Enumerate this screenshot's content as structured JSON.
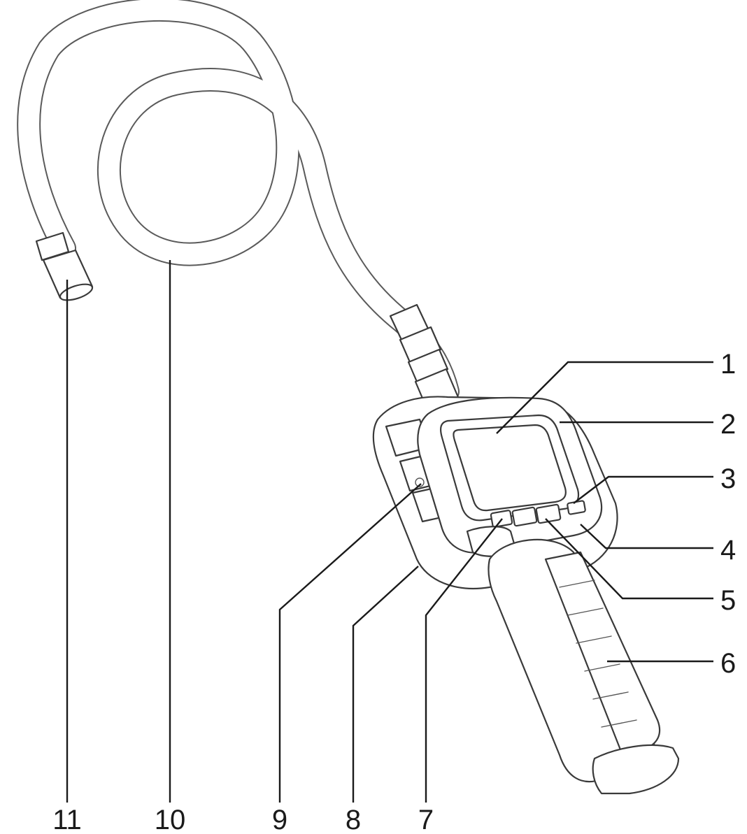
{
  "callouts": [
    {
      "id": "1",
      "label": "1"
    },
    {
      "id": "2",
      "label": "2"
    },
    {
      "id": "3",
      "label": "3"
    },
    {
      "id": "4",
      "label": "4"
    },
    {
      "id": "5",
      "label": "5"
    },
    {
      "id": "6",
      "label": "6"
    },
    {
      "id": "7",
      "label": "7"
    },
    {
      "id": "8",
      "label": "8"
    },
    {
      "id": "9",
      "label": "9"
    },
    {
      "id": "10",
      "label": "10"
    },
    {
      "id": "11",
      "label": "11"
    }
  ],
  "colors": {
    "line": "#1a1a1a",
    "outline": "#3a3a3a",
    "background": "#ffffff"
  }
}
